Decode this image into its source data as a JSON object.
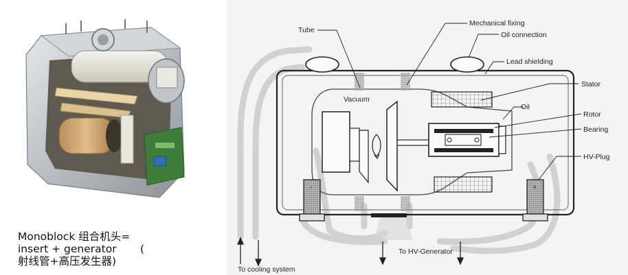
{
  "caption": {
    "line1": "Monoblock 组合机头=",
    "line2": "insert + generator       (",
    "line3": "射线管+高压发生器)"
  },
  "diagram": {
    "labels": {
      "tube": "Tube",
      "mechanical_fixing": "Mechanical fixing",
      "oil_connection": "Oil connection",
      "lead_shielding": "Lead shielding",
      "stator": "Stator",
      "oil": "Oil",
      "rotor": "Rotor",
      "bearing": "Bearing",
      "hv_plug": "HV-Plug",
      "vacuum": "Vacuum",
      "to_hv_generator": "To HV-Generator",
      "to_cooling_system": "To cooling system",
      "minus": "-",
      "plus": "+"
    }
  },
  "colors": {
    "line": "#333333",
    "shading": "#c9c9c9",
    "housing": "#b8bcbf",
    "board": "#3f7d3a"
  }
}
